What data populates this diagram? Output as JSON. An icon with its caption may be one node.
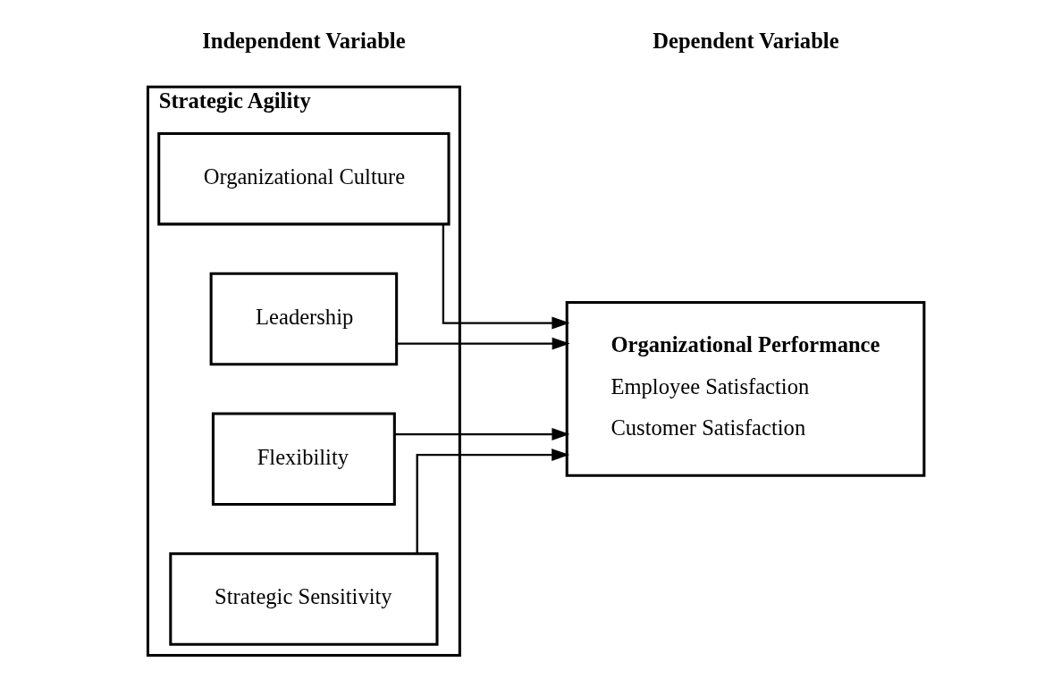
{
  "diagram": {
    "nodes": [
      {
        "text": [
          "Strategic Agility"
        ]
      },
      {
        "text": [
          "Organizational Culture"
        ],
        "in": 0
      },
      {
        "text": [
          "Leadership"
        ],
        "in": 0
      },
      {
        "text": [
          "Flexibility"
        ],
        "in": 0
      },
      {
        "text": [
          "Strategic Sensitivity"
        ],
        "in": 0
      },
      {
        "text": [
          "Organizational Performance",
          "Employee Satisfaction",
          "Customer Satisfaction"
        ]
      }
    ],
    "edges": [
      {
        "from": 1,
        "to": 5,
        "arrow": "to"
      },
      {
        "from": 2,
        "to": 5,
        "arrow": "to"
      },
      {
        "from": 3,
        "to": 5,
        "arrow": "to"
      },
      {
        "from": 4,
        "to": 5,
        "arrow": "to"
      }
    ],
    "labels": [
      "Independent Variable",
      "Dependent Variable"
    ]
  }
}
